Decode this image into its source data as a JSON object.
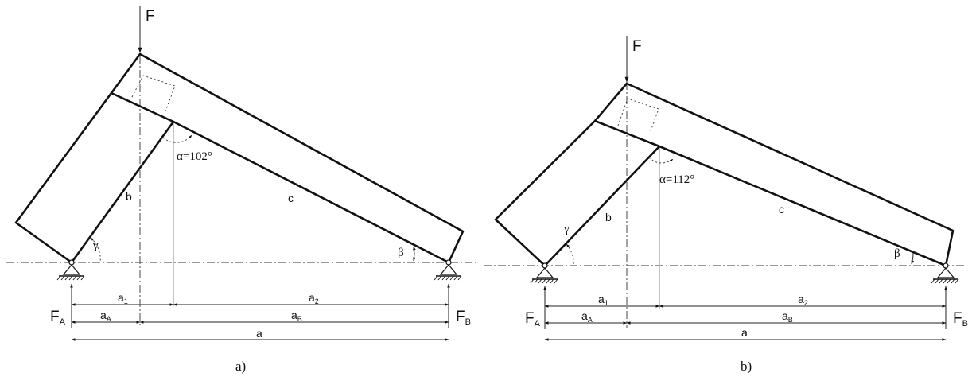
{
  "diagram_a": {
    "force": "F",
    "angle_alpha": "α=102°",
    "angle_beta": "β",
    "angle_gamma": "γ",
    "side_b": "b",
    "side_c": "c",
    "reaction_a": "F",
    "reaction_a_sub": "A",
    "reaction_b": "F",
    "reaction_b_sub": "B",
    "dim_a1": "a",
    "dim_a1_sub": "1",
    "dim_a2": "a",
    "dim_a2_sub": "2",
    "dim_aA": "a",
    "dim_aA_sub": "A",
    "dim_aB": "a",
    "dim_aB_sub": "B",
    "dim_a": "a",
    "caption": "a)"
  },
  "diagram_b": {
    "force": "F",
    "angle_alpha": "α=112°",
    "angle_beta": "β",
    "angle_gamma": "γ",
    "side_b": "b",
    "side_c": "c",
    "reaction_a": "F",
    "reaction_a_sub": "A",
    "reaction_b": "F",
    "reaction_b_sub": "B",
    "dim_a1": "a",
    "dim_a1_sub": "1",
    "dim_a2": "a",
    "dim_a2_sub": "2",
    "dim_aA": "a",
    "dim_aA_sub": "A",
    "dim_aB": "a",
    "dim_aB_sub": "B",
    "dim_a": "a",
    "caption": "b)"
  }
}
